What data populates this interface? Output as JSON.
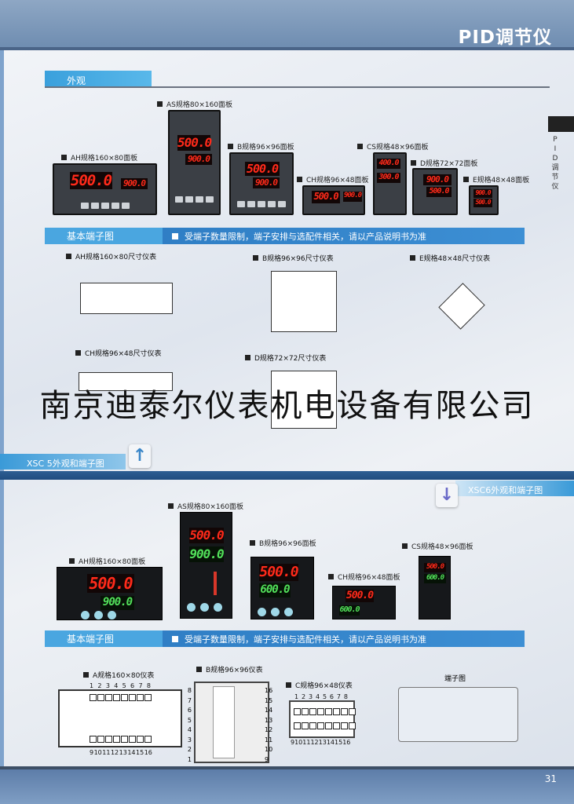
{
  "header": {
    "title": "PID调节仪"
  },
  "side_tab": {
    "text": [
      "P",
      "I",
      "D",
      "调",
      "节",
      "仪"
    ]
  },
  "xsc5": {
    "appearance_tab": "外观",
    "panels": [
      {
        "caption": "AH规格160×80面板",
        "pv": "500.0",
        "sv": "900.0"
      },
      {
        "caption": "AS规格80×160面板",
        "pv": "500.0",
        "sv": "900.0"
      },
      {
        "caption": "B规格96×96面板",
        "pv": "500.0",
        "sv": "900.0"
      },
      {
        "caption": "CH规格96×48面板",
        "pv": "500.0",
        "sv": "900.0"
      },
      {
        "caption": "CS规格48×96面板",
        "pv": "400.0",
        "sv": "300.0"
      },
      {
        "caption": "D规格72×72面板",
        "pv": "900.0",
        "sv": "500.0"
      },
      {
        "caption": "E规格48×48面板",
        "pv": "900.0",
        "sv": "500.0"
      }
    ],
    "terminal_bar": {
      "label": "基本端子图",
      "note": "受端子数量限制，端子安排与选配件相关，请以产品说明书为准"
    },
    "diagrams": [
      {
        "title": "AH规格160×80尺寸仪表"
      },
      {
        "title": "B规格96×96尺寸仪表"
      },
      {
        "title": "E规格48×48尺寸仪表"
      },
      {
        "title": "CH规格96×48尺寸仪表"
      },
      {
        "title": "D规格72×72尺寸仪表"
      }
    ],
    "section_label": "XSC 5外观和端子图"
  },
  "watermark": "南京迪泰尔仪表机电设备有限公司",
  "xsc6": {
    "section_label": "XSC6外观和端子图",
    "panels": [
      {
        "caption": "AH规格160×80面板",
        "pv": "500.0",
        "sv": "900.0"
      },
      {
        "caption": "AS规格80×160面板",
        "pv": "500.0",
        "sv": "900.0"
      },
      {
        "caption": "B规格96×96面板",
        "pv": "500.0",
        "sv": "600.0"
      },
      {
        "caption": "CH规格96×48面板",
        "pv": "500.0",
        "sv": "600.0"
      },
      {
        "caption": "CS规格48×96面板",
        "pv": "500.0",
        "sv": "600.0"
      }
    ],
    "terminal_bar": {
      "label": "基本端子图",
      "note": "受端子数量限制，端子安排与选配件相关，请以产品说明书为准"
    },
    "diagrams": [
      {
        "title": "A规格160×80仪表",
        "top": [
          "1",
          "2",
          "3",
          "4",
          "5",
          "6",
          "7",
          "8"
        ],
        "bottom": [
          "9",
          "10",
          "11",
          "12",
          "13",
          "14",
          "15",
          "16"
        ]
      },
      {
        "title": "B规格96×96仪表",
        "left": [
          "8",
          "7",
          "6",
          "5",
          "4",
          "3",
          "2",
          "1"
        ],
        "right": [
          "16",
          "15",
          "14",
          "13",
          "12",
          "11",
          "10",
          "9"
        ]
      },
      {
        "title": "C规格96×48仪表",
        "top": [
          "1",
          "2",
          "3",
          "4",
          "5",
          "6",
          "7",
          "8"
        ],
        "bottom": [
          "9",
          "10",
          "11",
          "12",
          "13",
          "14",
          "15",
          "16"
        ]
      },
      {
        "title": "端子图"
      }
    ]
  },
  "footer": {
    "page": "31"
  },
  "colors": {
    "accent": "#3aa0dc",
    "bar": "#2b79c0",
    "led_red": "#ff2a1a",
    "led_green": "#52e05a"
  },
  "icons": {
    "up": "arrow-up-icon",
    "down": "arrow-down-icon"
  }
}
